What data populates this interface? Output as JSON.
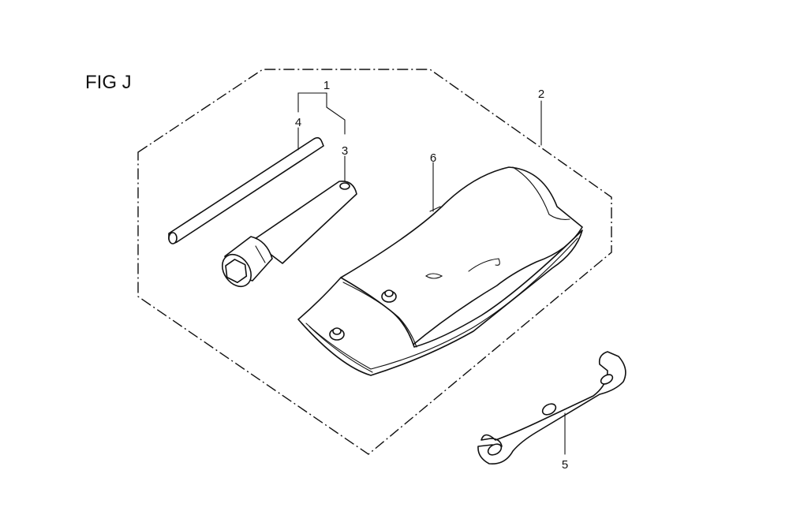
{
  "figure": {
    "title": "FIG J"
  },
  "callouts": [
    {
      "id": "1",
      "label": "1"
    },
    {
      "id": "2",
      "label": "2"
    },
    {
      "id": "3",
      "label": "3"
    },
    {
      "id": "4",
      "label": "4"
    },
    {
      "id": "5",
      "label": "5"
    },
    {
      "id": "6",
      "label": "6"
    }
  ],
  "parts": [
    {
      "callout": "1",
      "depicts": "tool kit assembly (bracket grouping 3 and 4)"
    },
    {
      "callout": "2",
      "depicts": "tool kit group (dashed outline)"
    },
    {
      "callout": "3",
      "depicts": "spark plug socket wrench"
    },
    {
      "callout": "4",
      "depicts": "tommy bar"
    },
    {
      "callout": "5",
      "depicts": "open end wrench"
    },
    {
      "callout": "6",
      "depicts": "tool bag"
    }
  ]
}
